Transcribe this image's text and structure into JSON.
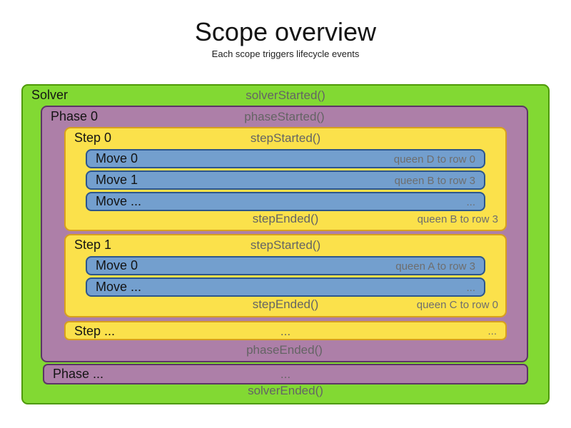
{
  "header": {
    "title": "Scope overview",
    "subtitle": "Each scope triggers lifecycle events"
  },
  "colors": {
    "solver_fill": "#82d933",
    "solver_border": "#4e9a06",
    "phase_fill": "#ad7fa8",
    "phase_border": "#5c3566",
    "step_fill": "#fbe14b",
    "step_border": "#d8a01d",
    "move_fill": "#739fce",
    "move_border": "#2c568d",
    "event_text": "#646464",
    "label_text": "#141414"
  },
  "solver": {
    "label": "Solver",
    "started_event": "solverStarted()",
    "ended_event": "solverEnded()",
    "phases": [
      {
        "label": "Phase 0",
        "started_event": "phaseStarted()",
        "ended_event": "phaseEnded()",
        "steps": [
          {
            "label": "Step 0",
            "started_event": "stepStarted()",
            "ended_event": "stepEnded()",
            "ended_note": "queen B to row 3",
            "moves": [
              {
                "label": "Move 0",
                "note": "queen D to row 0"
              },
              {
                "label": "Move 1",
                "note": "queen B to row 3"
              },
              {
                "label": "Move ...",
                "note": "..."
              }
            ]
          },
          {
            "label": "Step 1",
            "started_event": "stepStarted()",
            "ended_event": "stepEnded()",
            "ended_note": "queen C to row 0",
            "moves": [
              {
                "label": "Move 0",
                "note": "queen A to row 3"
              },
              {
                "label": "Move ...",
                "note": "..."
              }
            ]
          },
          {
            "label": "Step ...",
            "center_text": "...",
            "right_text": "..."
          }
        ]
      },
      {
        "label": "Phase ...",
        "center_text": "..."
      }
    ]
  }
}
